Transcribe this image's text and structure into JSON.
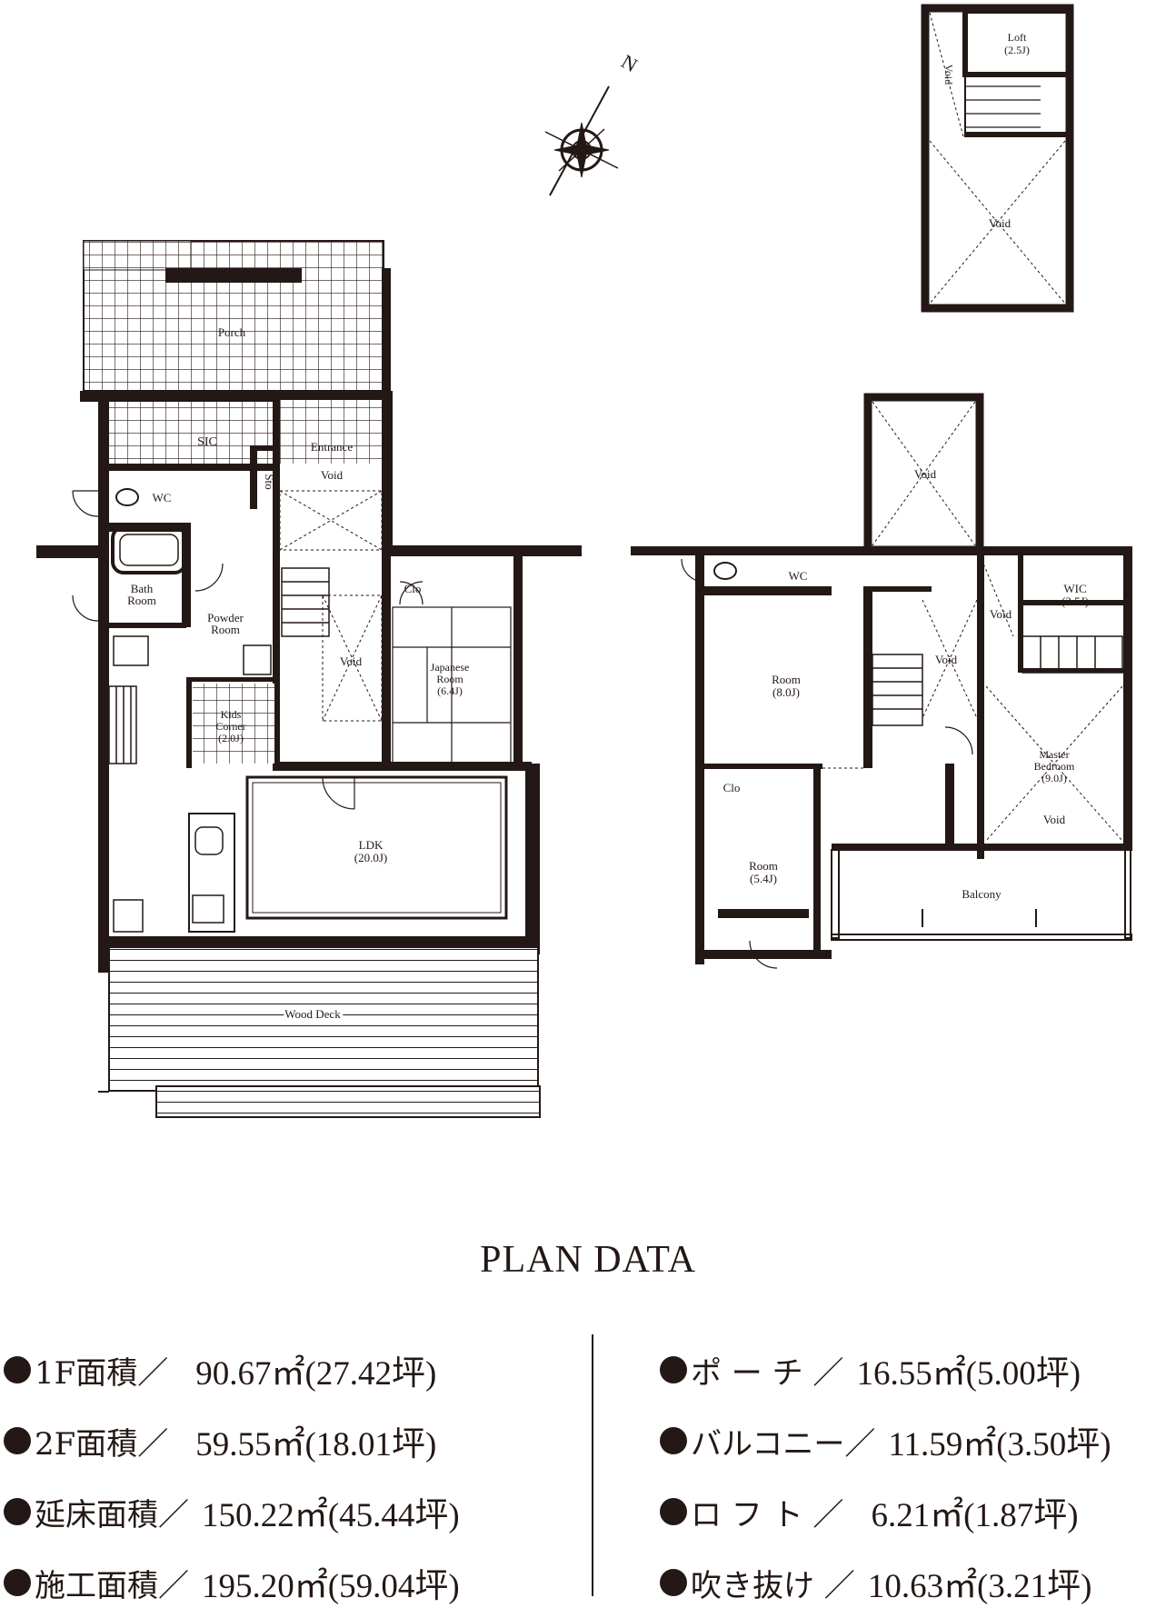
{
  "compass": {
    "label": "N"
  },
  "floor1": {
    "rooms": {
      "porch": "Porch",
      "sic": "SIC",
      "entrance": "Entrance",
      "void_entrance": "Void",
      "sto": "Sto",
      "wc": "WC",
      "bath_l1": "Bath",
      "bath_l2": "Room",
      "powder_l1": "Powder",
      "powder_l2": "Room",
      "clo": "Clo",
      "void_stair": "Void",
      "japanese_l1": "Japanese",
      "japanese_l2": "Room",
      "japanese_l3": "(6.4J)",
      "kids_l1": "Kids",
      "kids_l2": "Corner",
      "kids_l3": "(2.0J)",
      "ldk_l1": "LDK",
      "ldk_l2": "(20.0J)",
      "wood_deck": "Wood Deck"
    }
  },
  "floor2": {
    "rooms": {
      "void_top": "Void",
      "wc": "WC",
      "wic_l1": "WIC",
      "wic_l2": "(2.5J)",
      "void_wic": "Void",
      "room8_l1": "Room",
      "room8_l2": "(8.0J)",
      "void_stair": "Void",
      "master_l1": "Master",
      "master_l2": "Bedroom",
      "master_l3": "(9.0J)",
      "void_master": "Void",
      "clo": "Clo",
      "room54_l1": "Room",
      "room54_l2": "(5.4J)",
      "balcony": "Balcony"
    }
  },
  "loft_floor": {
    "rooms": {
      "loft_l1": "Loft",
      "loft_l2": "(2.5J)",
      "void_side": "Void",
      "void_main": "Void"
    }
  },
  "plan_data": {
    "title": "PLAN DATA",
    "left": [
      {
        "label": "1F面積／",
        "value": "90.67㎡(27.42坪)"
      },
      {
        "label": "2F面積／",
        "value": "59.55㎡(18.01坪)"
      },
      {
        "label": "延床面積／",
        "value": "150.22㎡(45.44坪)"
      },
      {
        "label": "施工面積／",
        "value": "195.20㎡(59.04坪)"
      }
    ],
    "right": [
      {
        "label": "ポ ー チ ／",
        "value": "16.55㎡(5.00坪)"
      },
      {
        "label": "バルコニー／",
        "value": "11.59㎡(3.50坪)"
      },
      {
        "label": "ロ フ ト ／",
        "value": "6.21㎡(1.87坪)"
      },
      {
        "label": "吹き抜け ／",
        "value": "10.63㎡(3.21坪)"
      }
    ]
  }
}
